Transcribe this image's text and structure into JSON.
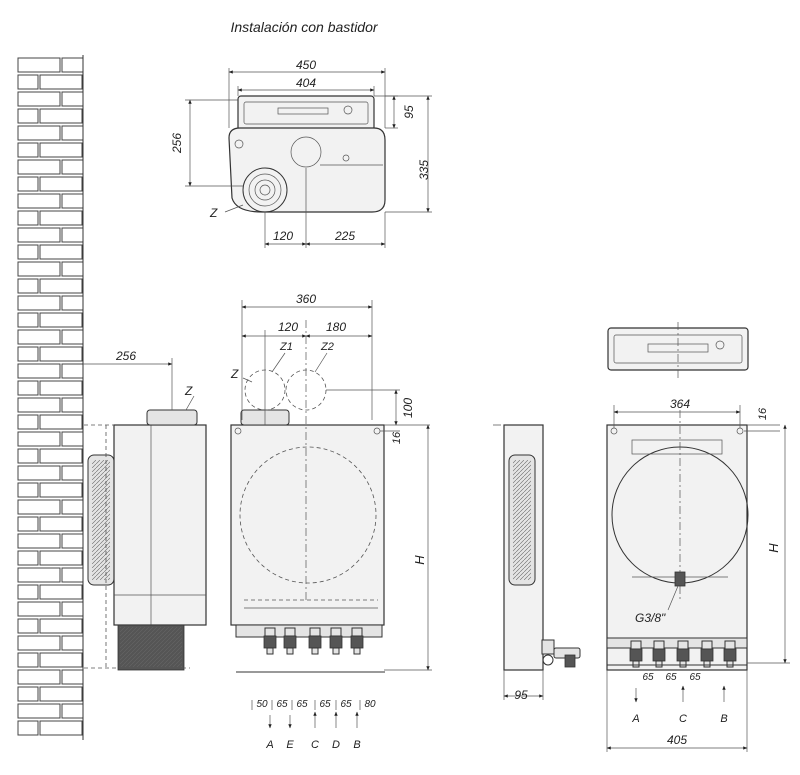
{
  "title": "Instalación con bastidor",
  "top_view": {
    "dim_width_total": "450",
    "dim_width_inner": "404",
    "dim_height_left": "256",
    "dim_depth_right": "95",
    "dim_height_right": "335",
    "dim_bottom_left": "120",
    "dim_bottom_right": "225",
    "label_z": "Z"
  },
  "side_view": {
    "dim_wall": "256",
    "label_z": "Z"
  },
  "front_view": {
    "dim_width": "360",
    "dim_z1": "120",
    "dim_z2": "180",
    "label_z1": "Z1",
    "label_z2": "Z2",
    "label_z": "Z",
    "dim_100": "100",
    "dim_16": "16",
    "dim_h": "H",
    "spacings": [
      "50",
      "65",
      "65",
      "65",
      "65",
      "80"
    ],
    "connections": [
      "A",
      "E",
      "C",
      "D",
      "B"
    ]
  },
  "frame_side": {
    "dim_depth": "95"
  },
  "frame_front": {
    "dim_width_top": "364",
    "dim_16": "16",
    "dim_h": "H",
    "thread_label": "G3/8\"",
    "spacings": [
      "65",
      "65",
      "65"
    ],
    "connections": [
      "A",
      "C",
      "B"
    ],
    "dim_width_bottom": "405"
  }
}
